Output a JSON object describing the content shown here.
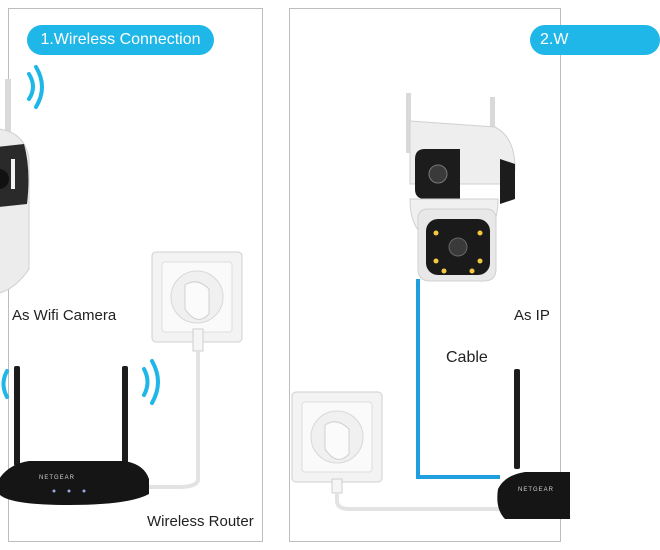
{
  "panels": {
    "left": {
      "title": "1.Wireless Connection",
      "camera_caption": "As Wifi Camera",
      "router_caption": "Wireless Router"
    },
    "right": {
      "title": "2.W",
      "camera_caption": "As IP",
      "cable_caption": "Cable"
    }
  },
  "colors": {
    "accent": "#1fb6e8",
    "cable": "#1f9fe0",
    "signal": "#1fb6e8",
    "panel_border": "#bdbdbd"
  },
  "router_brand": "NETGEAR"
}
